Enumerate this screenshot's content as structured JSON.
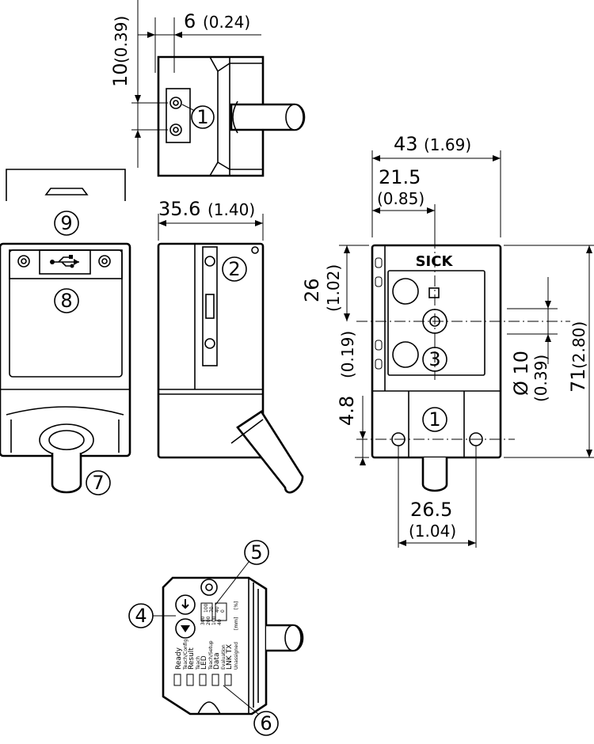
{
  "dimensions": {
    "top_width": "6",
    "top_width_in": "(0.24)",
    "top_height": "10",
    "top_height_in": "(0.39)",
    "side_depth": "35.6",
    "side_depth_in": "(1.40)",
    "front_width": "43",
    "front_width_in": "(1.69)",
    "front_center": "21.5",
    "front_center_in": "(0.85)",
    "front_optic_height": "26",
    "front_optic_height_in": "(1.02)",
    "front_hole_offset": "4.8",
    "front_hole_offset_in": "(0.19)",
    "optic_diameter": "Ø 10",
    "optic_diameter_in": "(0.39)",
    "front_height": "71",
    "front_height_in": "(2.80)",
    "hole_spacing": "26.5",
    "hole_spacing_in": "(1.04)"
  },
  "callouts": [
    "1",
    "2",
    "3",
    "4",
    "5",
    "6",
    "7",
    "8",
    "9"
  ],
  "brand": "SICK",
  "panel": {
    "led_labels": [
      "Ready",
      "Result",
      "LED",
      "Data",
      "LNK TX"
    ],
    "led_sublabels": [
      "Teach/Config",
      "Teach",
      "Teach/Setup",
      "Evaluation",
      "Unassigned"
    ],
    "scale_values": [
      "300",
      "200",
      "100",
      "40"
    ],
    "scale_values_right": [
      "100",
      "70",
      "40",
      "0"
    ],
    "scale_unit_left": "[mm]",
    "scale_unit_right": "[%]"
  },
  "icons": [
    "usb-icon",
    "teach-arrow-button-icon",
    "down-arrow-button-icon"
  ]
}
